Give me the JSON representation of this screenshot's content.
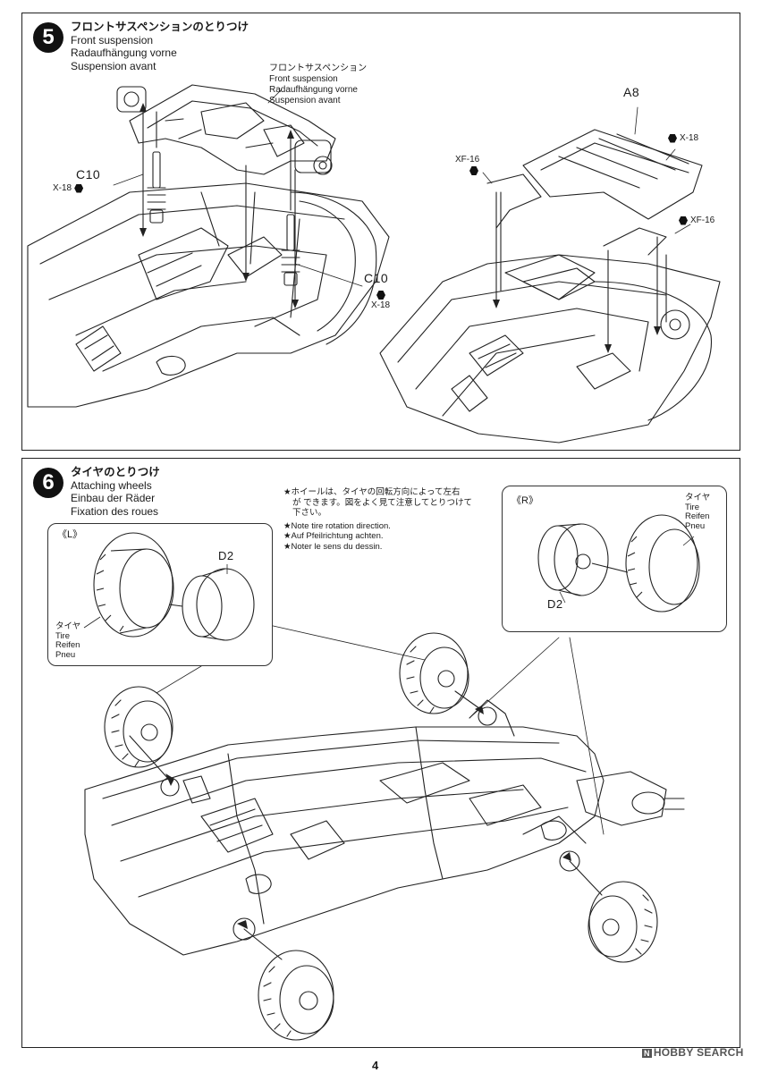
{
  "step5": {
    "number": "5",
    "title_jp": "フロントサスペンションのとりつけ",
    "title_en": "Front suspension",
    "title_de": "Radaufhängung vorne",
    "title_fr": "Suspension avant",
    "assembly_label": {
      "jp": "フロントサスペンション",
      "en": "Front suspension",
      "de": "Radaufhängung vorne",
      "fr": "Suspension avant"
    },
    "parts": {
      "c10_left": "C10",
      "c10_right": "C10",
      "a8": "A8"
    },
    "screws": {
      "x18_left": "X-18",
      "x18_right": "X-18",
      "x18_top": "X-18",
      "xf16_left": "XF-16",
      "xf16_right": "XF-16"
    }
  },
  "step6": {
    "number": "6",
    "title_jp": "タイヤのとりつけ",
    "title_en": "Attaching wheels",
    "title_de": "Einbau der Räder",
    "title_fr": "Fixation des roues",
    "note": {
      "jp_line1": "★ホイールは、タイヤの回転方向によって左右",
      "jp_line2": "が できます。図をよく見て注意してとりつけて",
      "jp_line3": "下さい。",
      "en": "★Note tire rotation direction.",
      "de": "★Auf Pfeilrichtung achten.",
      "fr": "★Noter le sens du dessin."
    },
    "left_callout": {
      "tag": "《L》",
      "part": "D2",
      "tire_jp": "タイヤ",
      "tire_en": "Tire",
      "tire_de": "Reifen",
      "tire_fr": "Pneu"
    },
    "right_callout": {
      "tag": "《R》",
      "part": "D2",
      "tire_jp": "タイヤ",
      "tire_en": "Tire",
      "tire_de": "Reifen",
      "tire_fr": "Pneu"
    }
  },
  "page_number": "4",
  "watermark": {
    "badge": "N",
    "text": "HOBBY SEARCH"
  }
}
